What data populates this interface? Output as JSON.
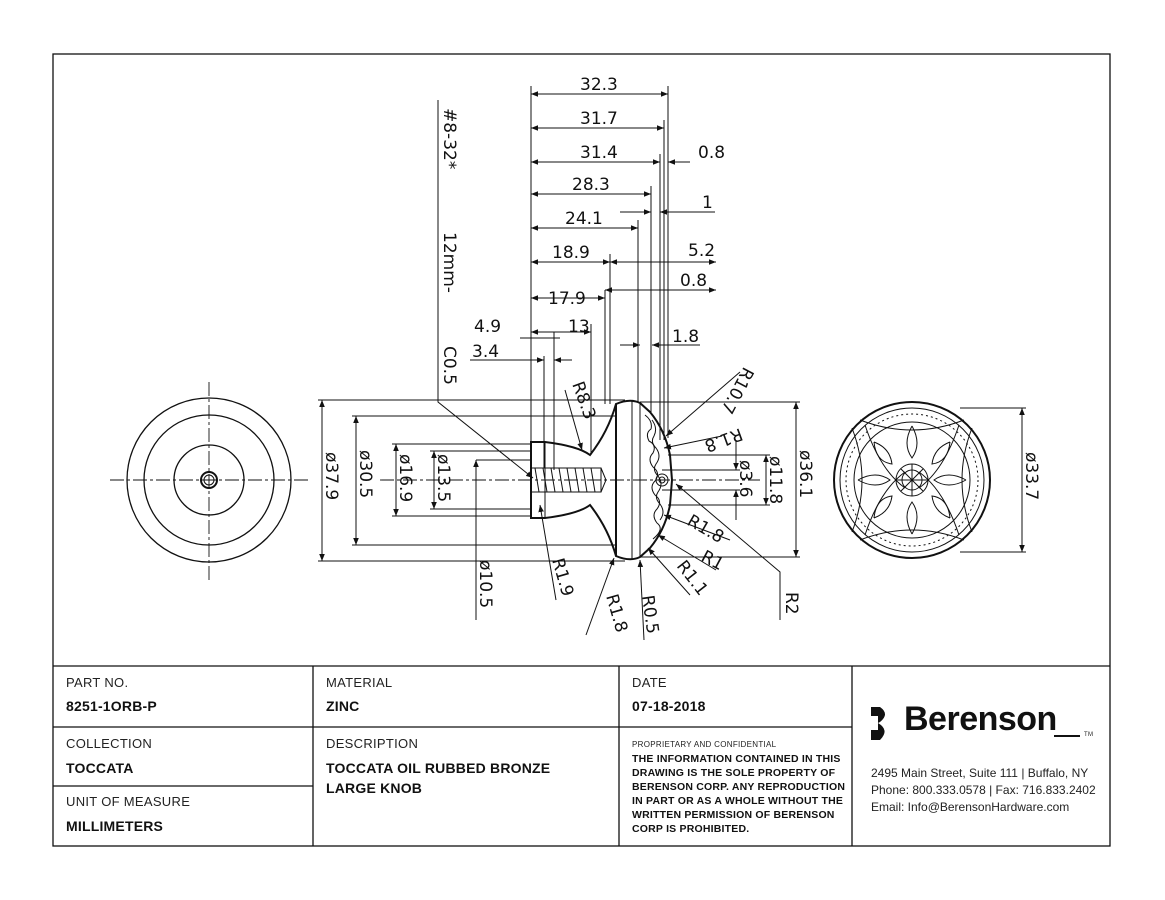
{
  "drawing": {
    "thread_note": "#8-32*",
    "thread_note2": "12mm-",
    "chamfer": "C0.5",
    "dims_top": [
      "32.3",
      "31.7",
      "31.4",
      "28.3",
      "24.1",
      "18.9",
      "17.9",
      "13",
      "4.9",
      "3.4"
    ],
    "dims_right": [
      "0.8",
      "1",
      "5.2",
      "0.8",
      "1.8"
    ],
    "radii": [
      "R10.7",
      "R1.8",
      "R8.3",
      "R1.9",
      "R1.8",
      "R1",
      "R1.1",
      "R2",
      "R1.8",
      "R0.5"
    ],
    "diameters": [
      "ø37.9",
      "ø30.5",
      "ø16.9",
      "ø13.5",
      "ø10.5",
      "ø3.6",
      "ø11.8",
      "ø36.1",
      "ø33.7"
    ]
  },
  "title_block": {
    "part_no_label": "PART NO.",
    "part_no": "8251-1ORB-P",
    "material_label": "MATERIAL",
    "material": "ZINC",
    "date_label": "DATE",
    "date": "07-18-2018",
    "collection_label": "COLLECTION",
    "collection": "TOCCATA",
    "description_label": "DESCRIPTION",
    "description_line1": "TOCCATA OIL RUBBED BRONZE",
    "description_line2": "LARGE KNOB",
    "uom_label": "UNIT OF MEASURE",
    "uom": "MILLIMETERS",
    "proprietary_label": "PROPRIETARY AND CONFIDENTIAL",
    "notice_lines": [
      "THE INFORMATION CONTAINED IN THIS",
      "DRAWING IS THE SOLE PROPERTY OF",
      "BERENSON CORP. ANY REPRODUCTION",
      "IN PART OR AS A WHOLE WITHOUT THE",
      "WRITTEN PERMISSION OF BERENSON",
      "CORP IS PROHIBITED."
    ],
    "brand_name": "Berenson",
    "trademark": "TM",
    "address": "2495 Main Street, Suite 111 | Buffalo, NY",
    "phone": "Phone: 800.333.0578 | Fax: 716.833.2402",
    "email": "Email: Info@BerensonHardware.com"
  }
}
